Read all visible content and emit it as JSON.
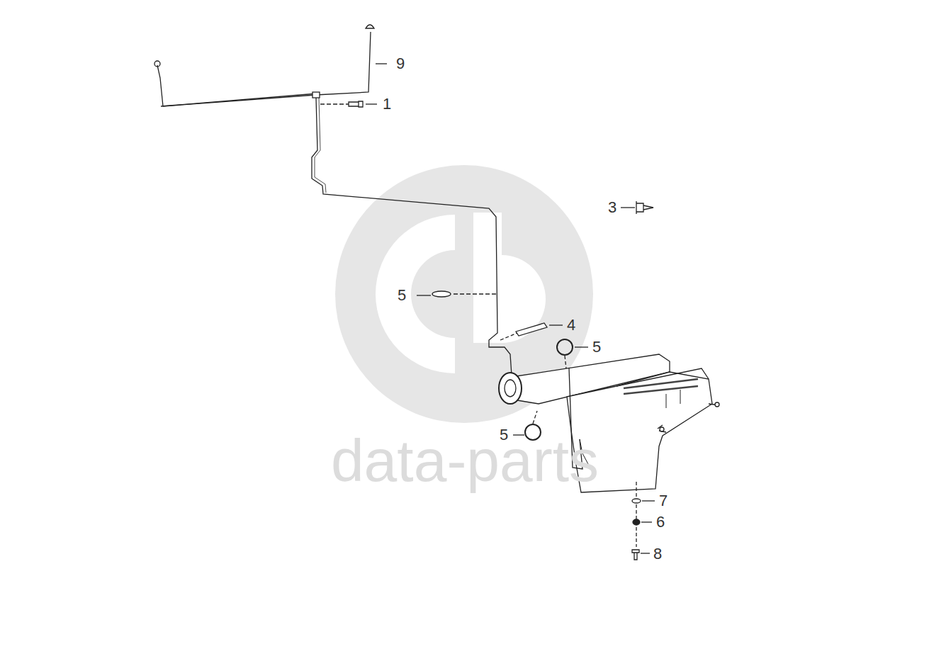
{
  "diagram": {
    "labels": [
      "9",
      "1",
      "3",
      "5",
      "4",
      "5",
      "5",
      "7",
      "6",
      "8",
      "data-parts"
    ]
  }
}
